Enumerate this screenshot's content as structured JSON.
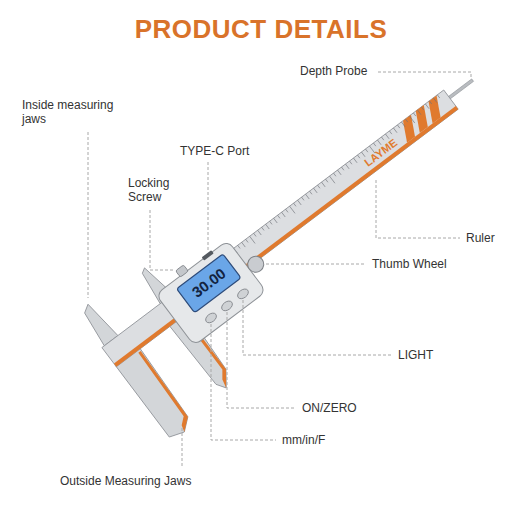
{
  "diagram": {
    "title": "PRODUCT DETAILS",
    "labels": [
      "Depth Probe",
      "Inside measuring jaws",
      "TYPE-C Port",
      "Locking Screw",
      "LAYME",
      "Ruler",
      "30.00",
      "Thumb Wheel",
      "LIGHT",
      "ON/ZERO",
      "mm/in/F",
      "Outside Measuring Jaws"
    ]
  }
}
